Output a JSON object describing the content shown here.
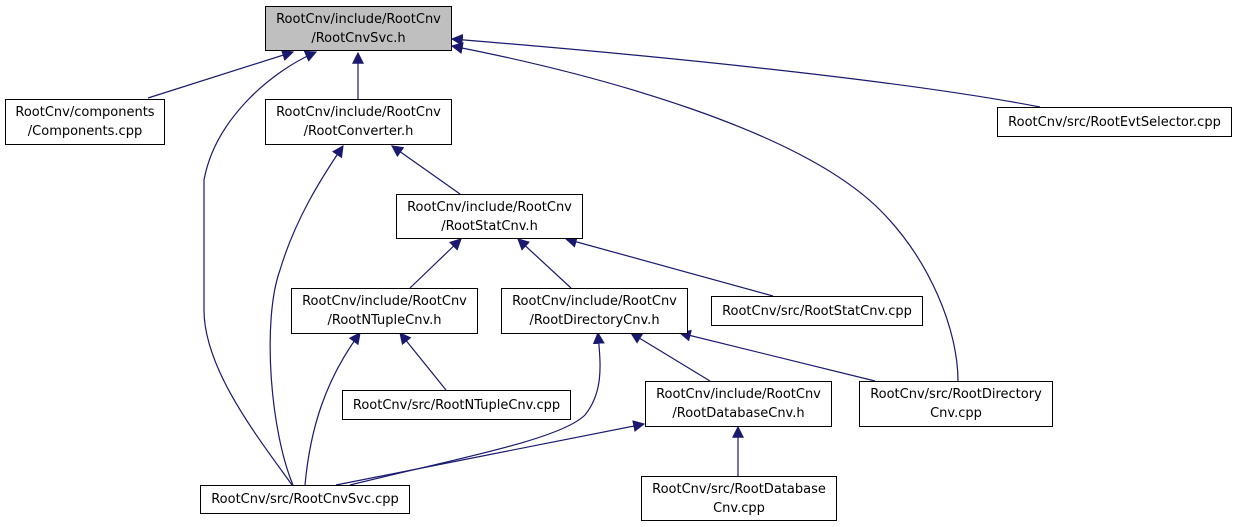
{
  "colors": {
    "edge": "#191970",
    "root_fill": "#bfbfbf",
    "node_fill": "#ffffff",
    "border": "#000000"
  },
  "nodes": {
    "root": {
      "lines": [
        "RootCnv/include/RootCnv",
        "/RootCnvSvc.h"
      ]
    },
    "components": {
      "lines": [
        "RootCnv/components",
        "/Components.cpp"
      ]
    },
    "converter": {
      "lines": [
        "RootCnv/include/RootCnv",
        "/RootConverter.h"
      ]
    },
    "evtselector": {
      "lines": [
        "RootCnv/src/RootEvtSelector.cpp"
      ]
    },
    "statcnv_h": {
      "lines": [
        "RootCnv/include/RootCnv",
        "/RootStatCnv.h"
      ]
    },
    "ntuplecnv_h": {
      "lines": [
        "RootCnv/include/RootCnv",
        "/RootNTupleCnv.h"
      ]
    },
    "directorycnv_h": {
      "lines": [
        "RootCnv/include/RootCnv",
        "/RootDirectoryCnv.h"
      ]
    },
    "statcnv_cpp": {
      "lines": [
        "RootCnv/src/RootStatCnv.cpp"
      ]
    },
    "ntuplecnv_cpp": {
      "lines": [
        "RootCnv/src/RootNTupleCnv.cpp"
      ]
    },
    "databasecnv_h": {
      "lines": [
        "RootCnv/include/RootCnv",
        "/RootDatabaseCnv.h"
      ]
    },
    "directorycnv_cpp": {
      "lines": [
        "RootCnv/src/RootDirectory",
        "Cnv.cpp"
      ]
    },
    "cnvsvc_cpp": {
      "lines": [
        "RootCnv/src/RootCnvSvc.cpp"
      ]
    },
    "databasecnv_cpp": {
      "lines": [
        "RootCnv/src/RootDatabase",
        "Cnv.cpp"
      ]
    }
  }
}
